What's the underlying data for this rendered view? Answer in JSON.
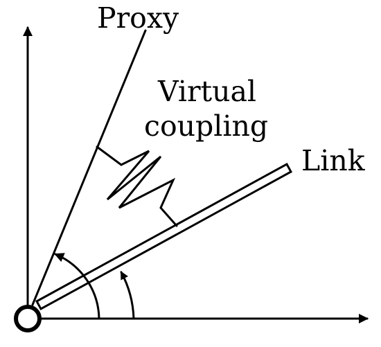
{
  "labels": {
    "proxy": "Proxy",
    "virtual": "Virtual",
    "coupling": "coupling",
    "link": "Link"
  },
  "colors": {
    "ink": "#000000",
    "background": "#ffffff"
  },
  "icons": {
    "joint": "hollow-circle",
    "arrowheads": "filled-triangle"
  }
}
